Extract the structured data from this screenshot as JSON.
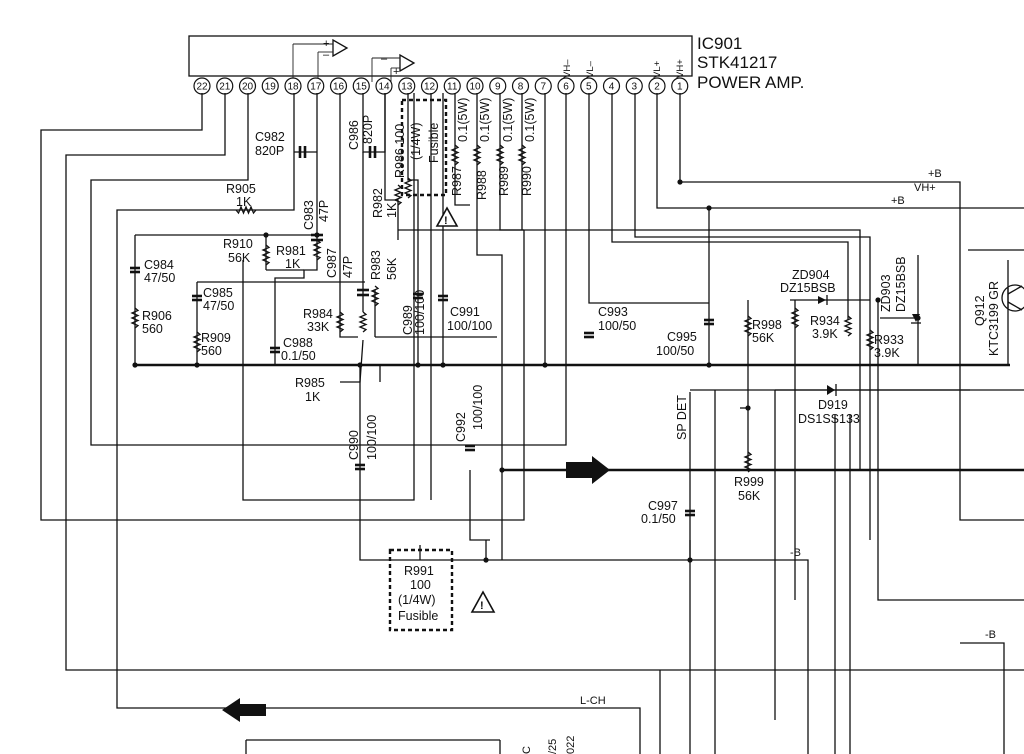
{
  "ic": {
    "ref": "IC901",
    "part": "STK41217",
    "function": "POWER AMP.",
    "pins": [
      "22",
      "21",
      "20",
      "19",
      "18",
      "17",
      "16",
      "15",
      "14",
      "13",
      "12",
      "11",
      "10",
      "9",
      "8",
      "7",
      "6",
      "5",
      "4",
      "3",
      "2",
      "1"
    ],
    "pin_names": {
      "p6": "VH–",
      "p5": "VL–",
      "p2": "VL+",
      "p1": "VH+"
    }
  },
  "components": {
    "C982": [
      "C982",
      "820P"
    ],
    "C986": [
      "C986",
      "820P"
    ],
    "R986": [
      "R986 100",
      "(1/4W)",
      "Fusible"
    ],
    "R987": [
      "R987",
      "0.1(5W)"
    ],
    "R988": [
      "R988",
      "0.1(5W)"
    ],
    "R989": [
      "R989",
      "0.1(5W)"
    ],
    "R990": [
      "R990",
      "0.1(5W)"
    ],
    "R905": [
      "R905",
      "1K"
    ],
    "C983": [
      "C983",
      "47P"
    ],
    "R982": [
      "R982",
      "1K"
    ],
    "R910": [
      "R910",
      "56K"
    ],
    "R981": [
      "R981",
      "1K"
    ],
    "C987": [
      "C987",
      "47P"
    ],
    "R983": [
      "R983",
      "56K"
    ],
    "C984": [
      "C984",
      "47/50"
    ],
    "C985": [
      "C985",
      "47/50"
    ],
    "C989": [
      "C989",
      "100/100"
    ],
    "C991": [
      "C991",
      "100/100"
    ],
    "R984": [
      "R984",
      "33K"
    ],
    "C988": [
      "C988",
      "0.1/50"
    ],
    "R906": [
      "R906",
      "560"
    ],
    "R909": [
      "R909",
      "560"
    ],
    "R985": [
      "R985",
      "1K"
    ],
    "C990": [
      "C990",
      "100/100"
    ],
    "C992": [
      "C992",
      "100/100"
    ],
    "C993": [
      "C993",
      "100/50"
    ],
    "C995": [
      "C995",
      "100/50"
    ],
    "R998": [
      "R998",
      "56K"
    ],
    "R934": [
      "R934",
      "3.9K"
    ],
    "R933": [
      "R933",
      "3.9K"
    ],
    "ZD904": [
      "ZD904",
      "DZ15BSB"
    ],
    "ZD903": [
      "ZD903",
      "DZ15BSB"
    ],
    "Q912": [
      "Q912",
      "KTC3199 GR"
    ],
    "D919": [
      "D919",
      "DS1SS133"
    ],
    "R999": [
      "R999",
      "56K"
    ],
    "C997": [
      "C997",
      "0.1/50"
    ],
    "R991": [
      "R991",
      "100",
      "(1/4W)",
      "Fusible"
    ]
  },
  "nets": {
    "plus_b_1": "+B",
    "vh_plus": "VH+",
    "plus_b_2": "+B",
    "minus_b_1": "-B",
    "minus_b_2": "-B",
    "sp_det": "SP DET",
    "l_ch": "L-CH"
  },
  "opamp_signs": {
    "plus": "+",
    "minus": "–"
  },
  "bottom_cut": [
    "C",
    "/25",
    "022"
  ]
}
